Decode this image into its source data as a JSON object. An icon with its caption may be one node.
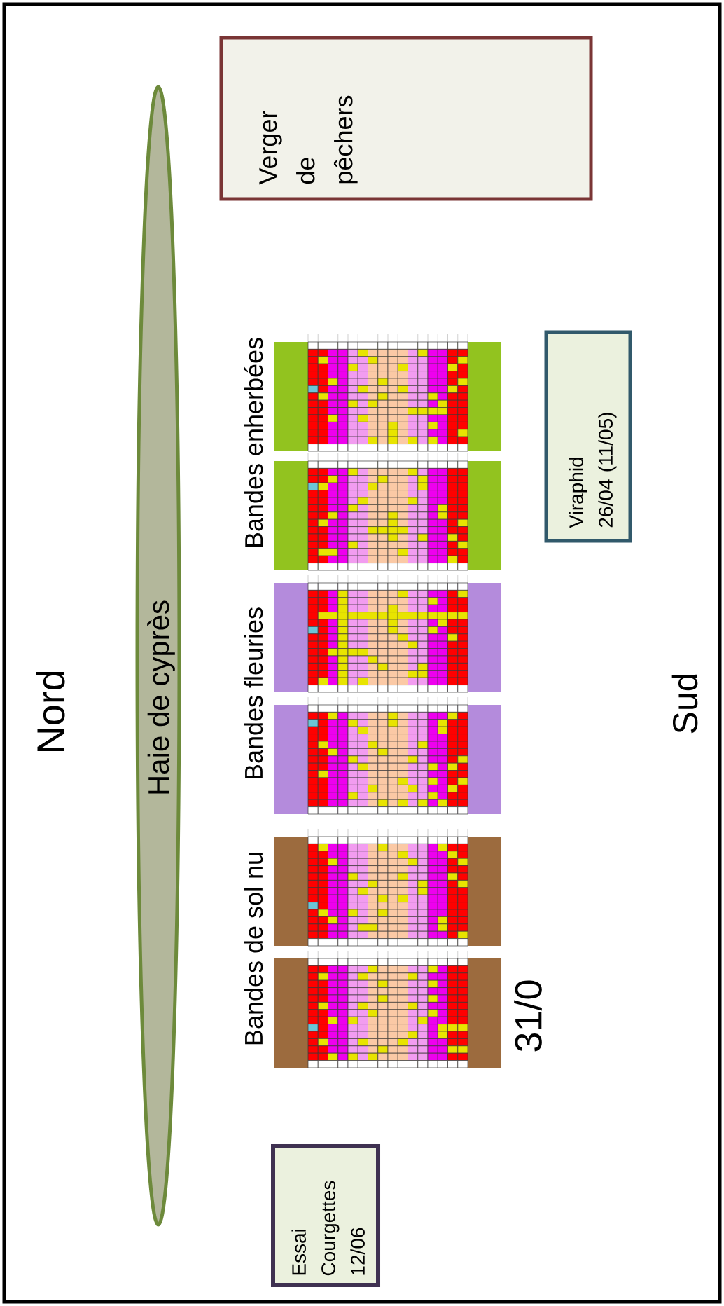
{
  "diagram": {
    "nodes": [
      {
        "text": [
          "Verger de pêchers"
        ]
      },
      {
        "text": [
          "Haie de cyprès"
        ]
      },
      {
        "text": [
          "Viraphid 26/04 (11/05)"
        ]
      },
      {
        "text": [
          "Essai Courgettes 12/06"
        ]
      }
    ],
    "labels": [
      "Bandes de sol nu",
      "Bandes fleuries",
      "Bandes enherbées",
      "31/0",
      "Nord",
      "Sud"
    ]
  }
}
